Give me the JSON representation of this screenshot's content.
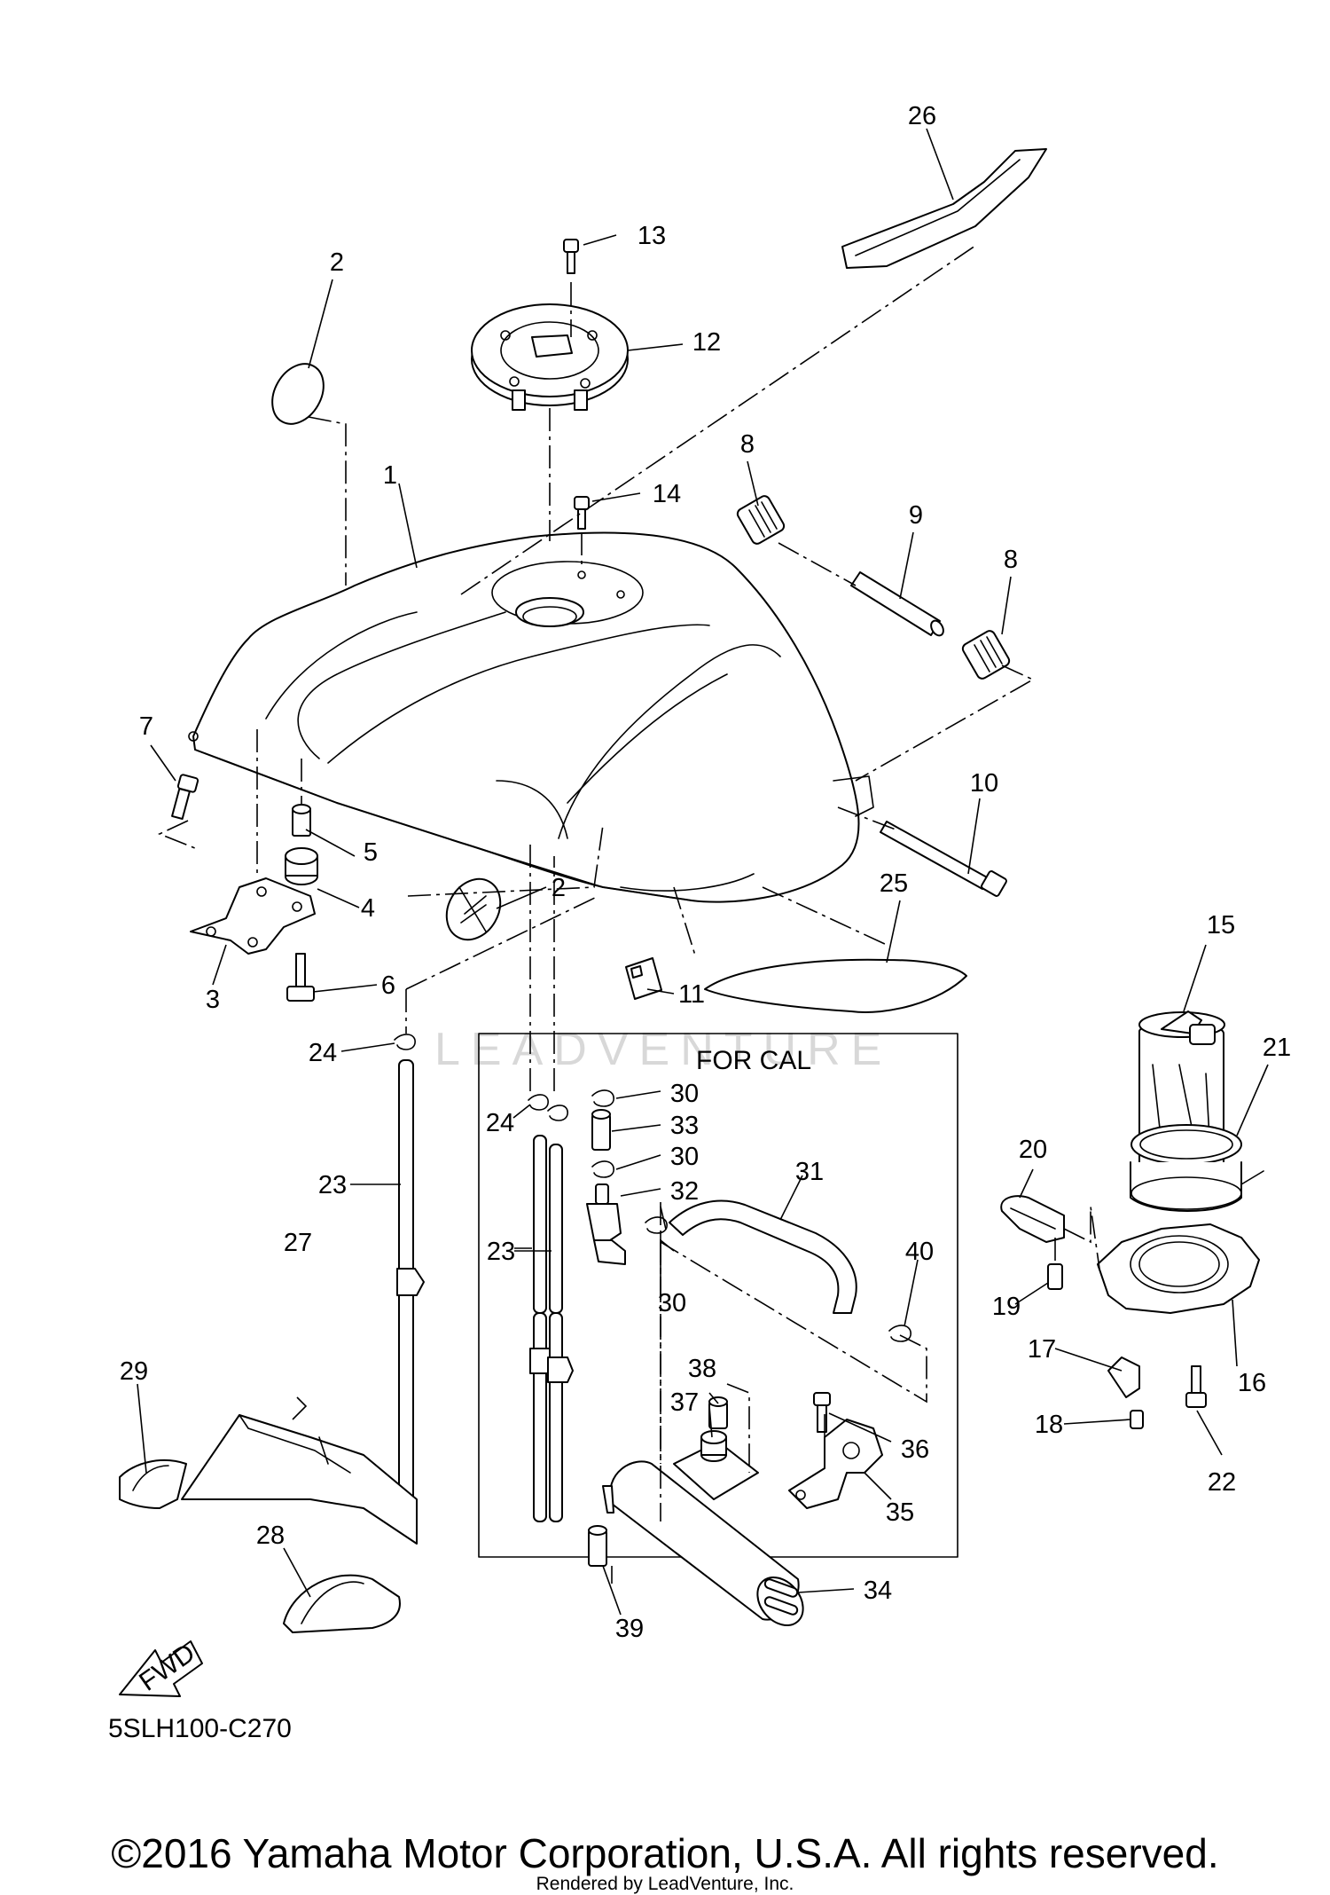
{
  "diagram": {
    "diagram_code": "5SLH100-C270",
    "inset_title": "FOR CAL",
    "fwd_label": "FWD",
    "watermark": "LEADVENTURE",
    "callouts": [
      "1",
      "2",
      "2",
      "3",
      "4",
      "5",
      "6",
      "7",
      "8",
      "8",
      "9",
      "10",
      "11",
      "12",
      "13",
      "14",
      "15",
      "16",
      "17",
      "18",
      "19",
      "20",
      "21",
      "22",
      "23",
      "23",
      "24",
      "24",
      "25",
      "26",
      "27",
      "28",
      "29",
      "30",
      "30",
      "30",
      "31",
      "32",
      "33",
      "34",
      "35",
      "36",
      "37",
      "38",
      "39",
      "40"
    ]
  },
  "footer": {
    "copyright": "©2016 Yamaha Motor Corporation, U.S.A. All rights reserved.",
    "rendered_by": "Rendered by LeadVenture, Inc."
  }
}
